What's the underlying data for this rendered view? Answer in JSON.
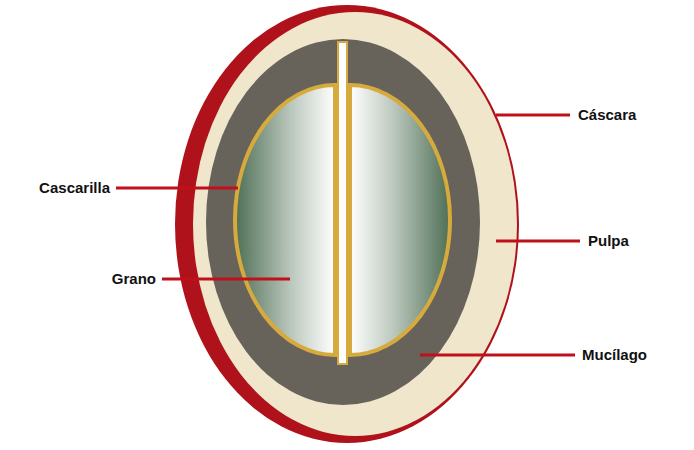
{
  "diagram": {
    "labels": [
      "Cáscara",
      "Cascarilla",
      "Pulpa",
      "Grano",
      "Mucílago"
    ]
  }
}
